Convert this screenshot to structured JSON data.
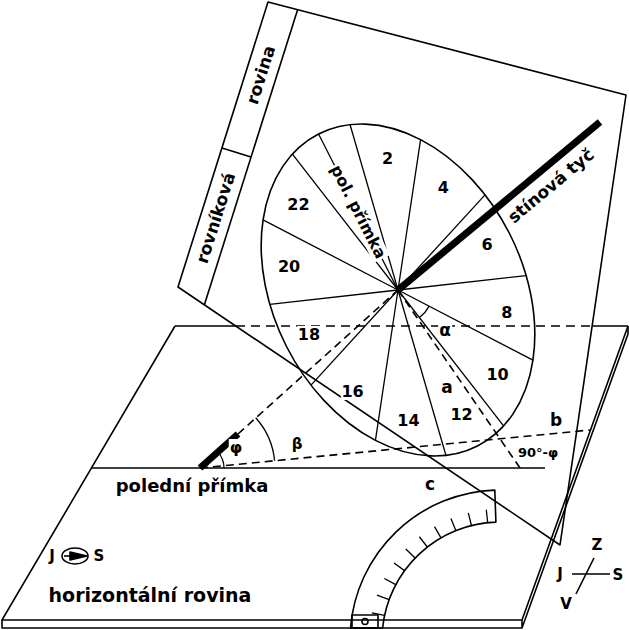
{
  "diagram": {
    "labels": [
      "rovníková",
      "rovina",
      "pol. přímka",
      "stínová tyč",
      "2",
      "4",
      "6",
      "8",
      "10",
      "12",
      "14",
      "16",
      "18",
      "20",
      "22",
      "α",
      "a",
      "b",
      "c",
      "φ",
      "β",
      "90°-φ",
      "polední přímka",
      "horizontální rovina",
      "J",
      "S",
      "Z",
      "J",
      "S",
      "V"
    ]
  }
}
